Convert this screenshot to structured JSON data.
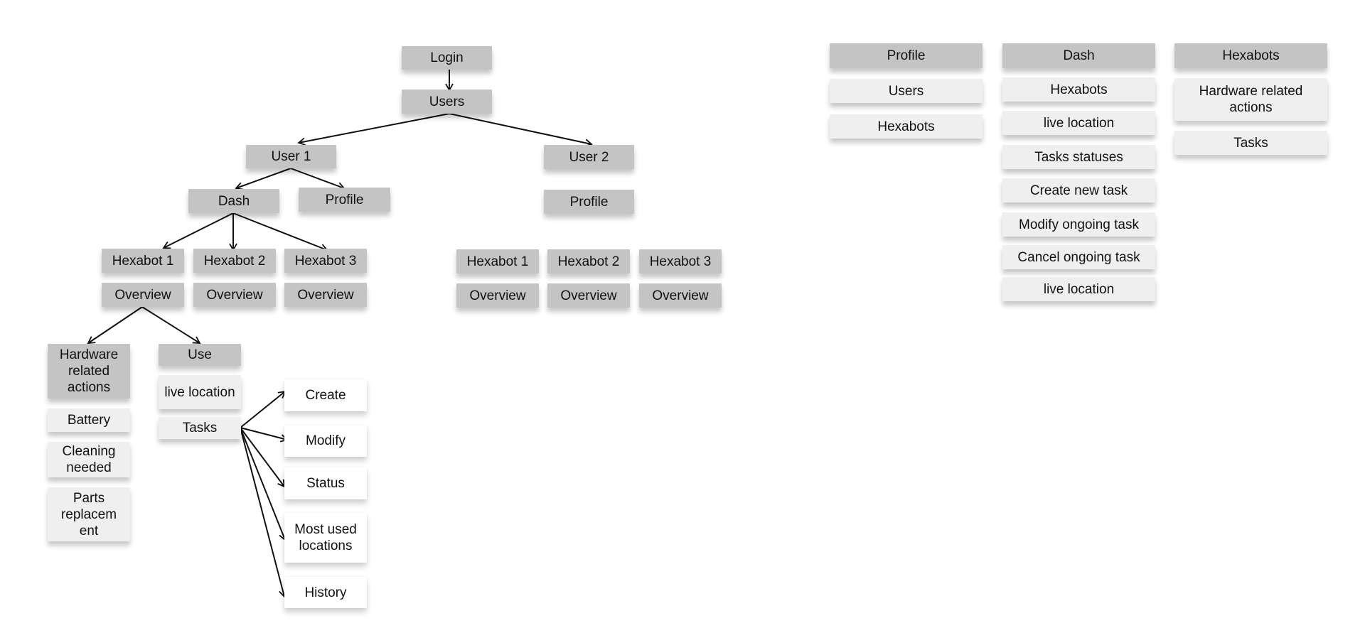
{
  "colors": {
    "header_box": "#c4c4c4",
    "item_box": "#efefef",
    "task_box": "#ffffff",
    "arrow": "#111111"
  },
  "sitemap": {
    "login": "Login",
    "users": "Users",
    "user1": {
      "label": "User 1",
      "dash": "Dash",
      "profile": "Profile",
      "hexabots": [
        {
          "label": "Hexabot 1",
          "overview": "Overview"
        },
        {
          "label": "Hexabot 2",
          "overview": "Overview"
        },
        {
          "label": "Hexabot 3",
          "overview": "Overview"
        }
      ],
      "hardware": {
        "title": "Hardware related actions",
        "items": [
          "Battery",
          "Cleaning needed",
          "Parts replacem ent"
        ]
      },
      "use": {
        "title": "Use",
        "items": [
          "live location",
          "Tasks"
        ]
      },
      "tasks": [
        "Create",
        "Modify",
        "Status",
        "Most used locations",
        "History"
      ]
    },
    "user2": {
      "label": "User 2",
      "profile": "Profile",
      "hexabots": [
        {
          "label": "Hexabot 1",
          "overview": "Overview"
        },
        {
          "label": "Hexabot 2",
          "overview": "Overview"
        },
        {
          "label": "Hexabot 3",
          "overview": "Overview"
        }
      ]
    }
  },
  "columns": [
    {
      "title": "Profile",
      "items": [
        "Users",
        "Hexabots"
      ]
    },
    {
      "title": "Dash",
      "items": [
        "Hexabots",
        "live location",
        "Tasks statuses",
        "Create new task",
        "Modify ongoing task",
        "Cancel ongoing task",
        "live location"
      ]
    },
    {
      "title": "Hexabots",
      "items": [
        "Hardware related actions",
        "Tasks"
      ]
    }
  ]
}
